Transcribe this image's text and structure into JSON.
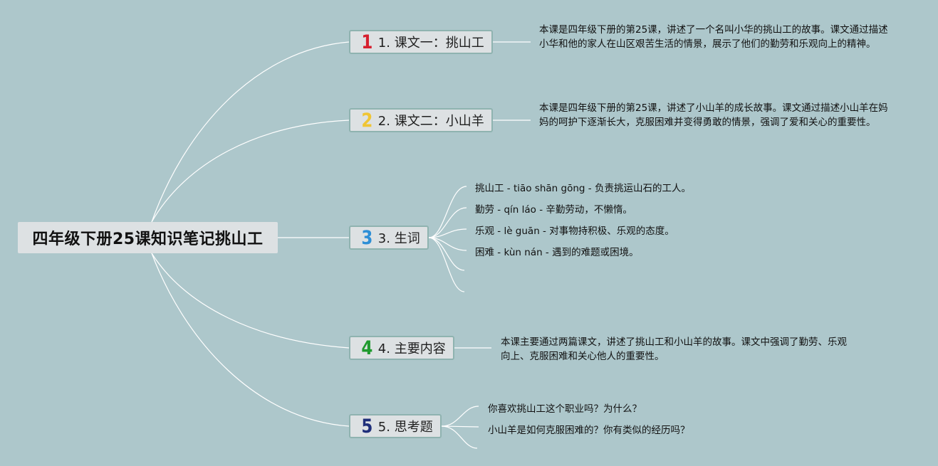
{
  "root": {
    "title": "四年级下册25课知识笔记挑山工"
  },
  "branches": [
    {
      "num": "1",
      "num_color": "#d6202f",
      "label": "1. 课文一：挑山工",
      "desc": "本课是四年级下册的第25课，讲述了一个名叫小华的挑山工的故事。课文通过描述小华和他的家人在山区艰苦生活的情景，展示了他们的勤劳和乐观向上的精神。"
    },
    {
      "num": "2",
      "num_color": "#f0c534",
      "label": "2. 课文二：小山羊",
      "desc": "本课是四年级下册的第25课，讲述了小山羊的成长故事。课文通过描述小山羊在妈妈的呵护下逐渐长大，克服困难并变得勇敢的情景，强调了爱和关心的重要性。"
    },
    {
      "num": "3",
      "num_color": "#2e8fd6",
      "label": "3. 生词",
      "items": [
        "挑山工 - tiāo shān gōng - 负责挑运山石的工人。",
        "勤劳 - qín láo - 辛勤劳动，不懒惰。",
        "乐观 - lè guān - 对事物持积极、乐观的态度。",
        "困难 - kùn nán - 遇到的难题或困境。"
      ]
    },
    {
      "num": "4",
      "num_color": "#1f9a2e",
      "label": "4. 主要内容",
      "desc": "本课主要通过两篇课文，讲述了挑山工和小山羊的故事。课文中强调了勤劳、乐观向上、克服困难和关心他人的重要性。"
    },
    {
      "num": "5",
      "num_color": "#1f2f7a",
      "label": "5. 思考题",
      "items": [
        "你喜欢挑山工这个职业吗？为什么？",
        "小山羊是如何克服困难的？你有类似的经历吗？"
      ]
    }
  ]
}
